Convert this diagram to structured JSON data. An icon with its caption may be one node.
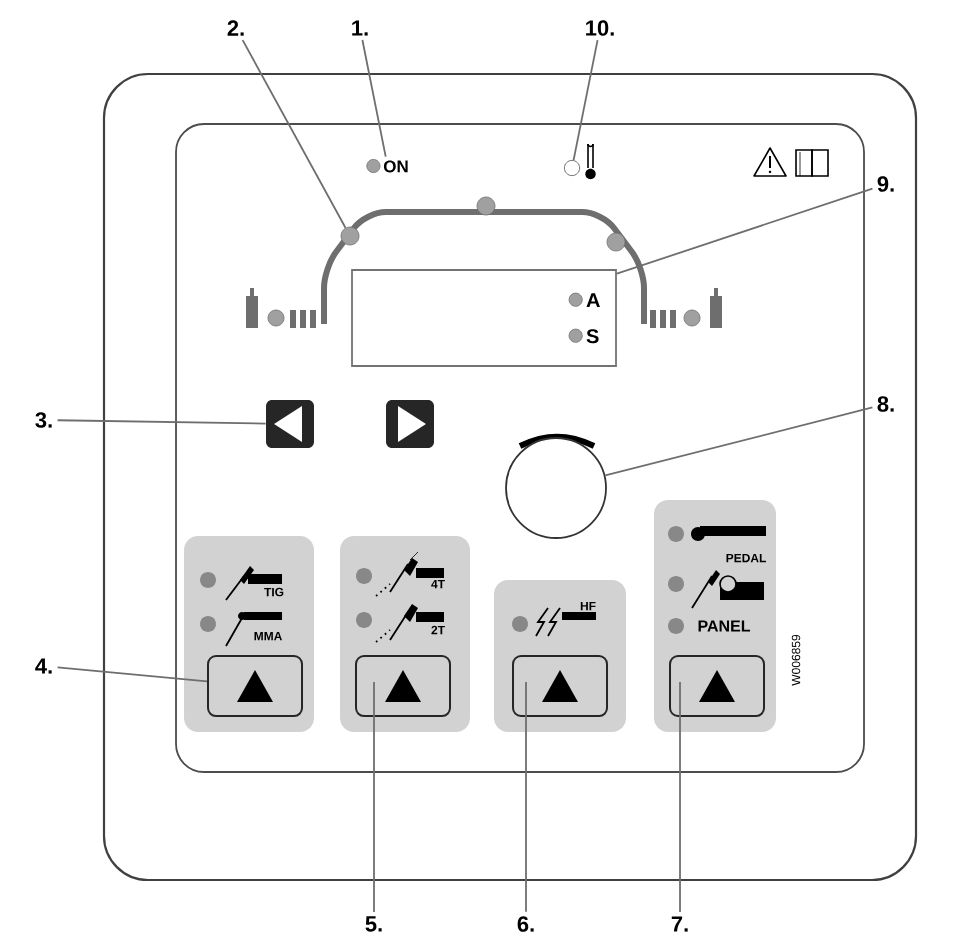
{
  "diagram": {
    "nodes": [
      {
        "text": [
          "1."
        ]
      },
      {
        "text": [
          "2."
        ]
      },
      {
        "text": [
          "10."
        ]
      },
      {
        "text": [
          "9."
        ]
      },
      {
        "text": [
          "3."
        ]
      },
      {
        "text": [
          "8."
        ]
      },
      {
        "text": [
          "4."
        ]
      },
      {
        "text": [
          "5."
        ]
      },
      {
        "text": [
          "6."
        ]
      },
      {
        "text": [
          "7."
        ]
      },
      {
        "text": [
          "ON"
        ]
      },
      {
        "text": [],
        "shape": "circle"
      },
      {
        "text": [],
        "shape": "circle"
      },
      {
        "text": [
          "A",
          "S"
        ]
      },
      {
        "text": [],
        "shape": "box"
      },
      {
        "text": [],
        "shape": "box"
      },
      {
        "text": [],
        "shape": "circle"
      },
      {
        "text": [
          "TIG",
          "MMA"
        ]
      },
      {
        "text": [],
        "shape": "box",
        "in": 17
      },
      {
        "text": [
          "4T",
          "2T"
        ]
      },
      {
        "text": [],
        "shape": "box",
        "in": 19
      },
      {
        "text": [
          "HF"
        ]
      },
      {
        "text": [],
        "shape": "box",
        "in": 21
      },
      {
        "text": [
          "PEDAL",
          "PANEL"
        ]
      },
      {
        "text": [],
        "shape": "box",
        "in": 23
      }
    ],
    "edges": [
      {
        "from": 0,
        "to": 10,
        "arrow": "none"
      },
      {
        "from": 1,
        "to": 11,
        "arrow": "none"
      },
      {
        "from": 2,
        "to": 12,
        "arrow": "none"
      },
      {
        "from": 3,
        "to": 13,
        "arrow": "none"
      },
      {
        "from": 4,
        "to": 14,
        "arrow": "none"
      },
      {
        "from": 5,
        "to": 16,
        "arrow": "none"
      },
      {
        "from": 6,
        "to": 18,
        "arrow": "none"
      },
      {
        "from": 7,
        "to": 20,
        "arrow": "none"
      },
      {
        "from": 8,
        "to": 22,
        "arrow": "none"
      },
      {
        "from": 9,
        "to": 24,
        "arrow": "none"
      }
    ],
    "labels": [
      "W006859"
    ]
  }
}
